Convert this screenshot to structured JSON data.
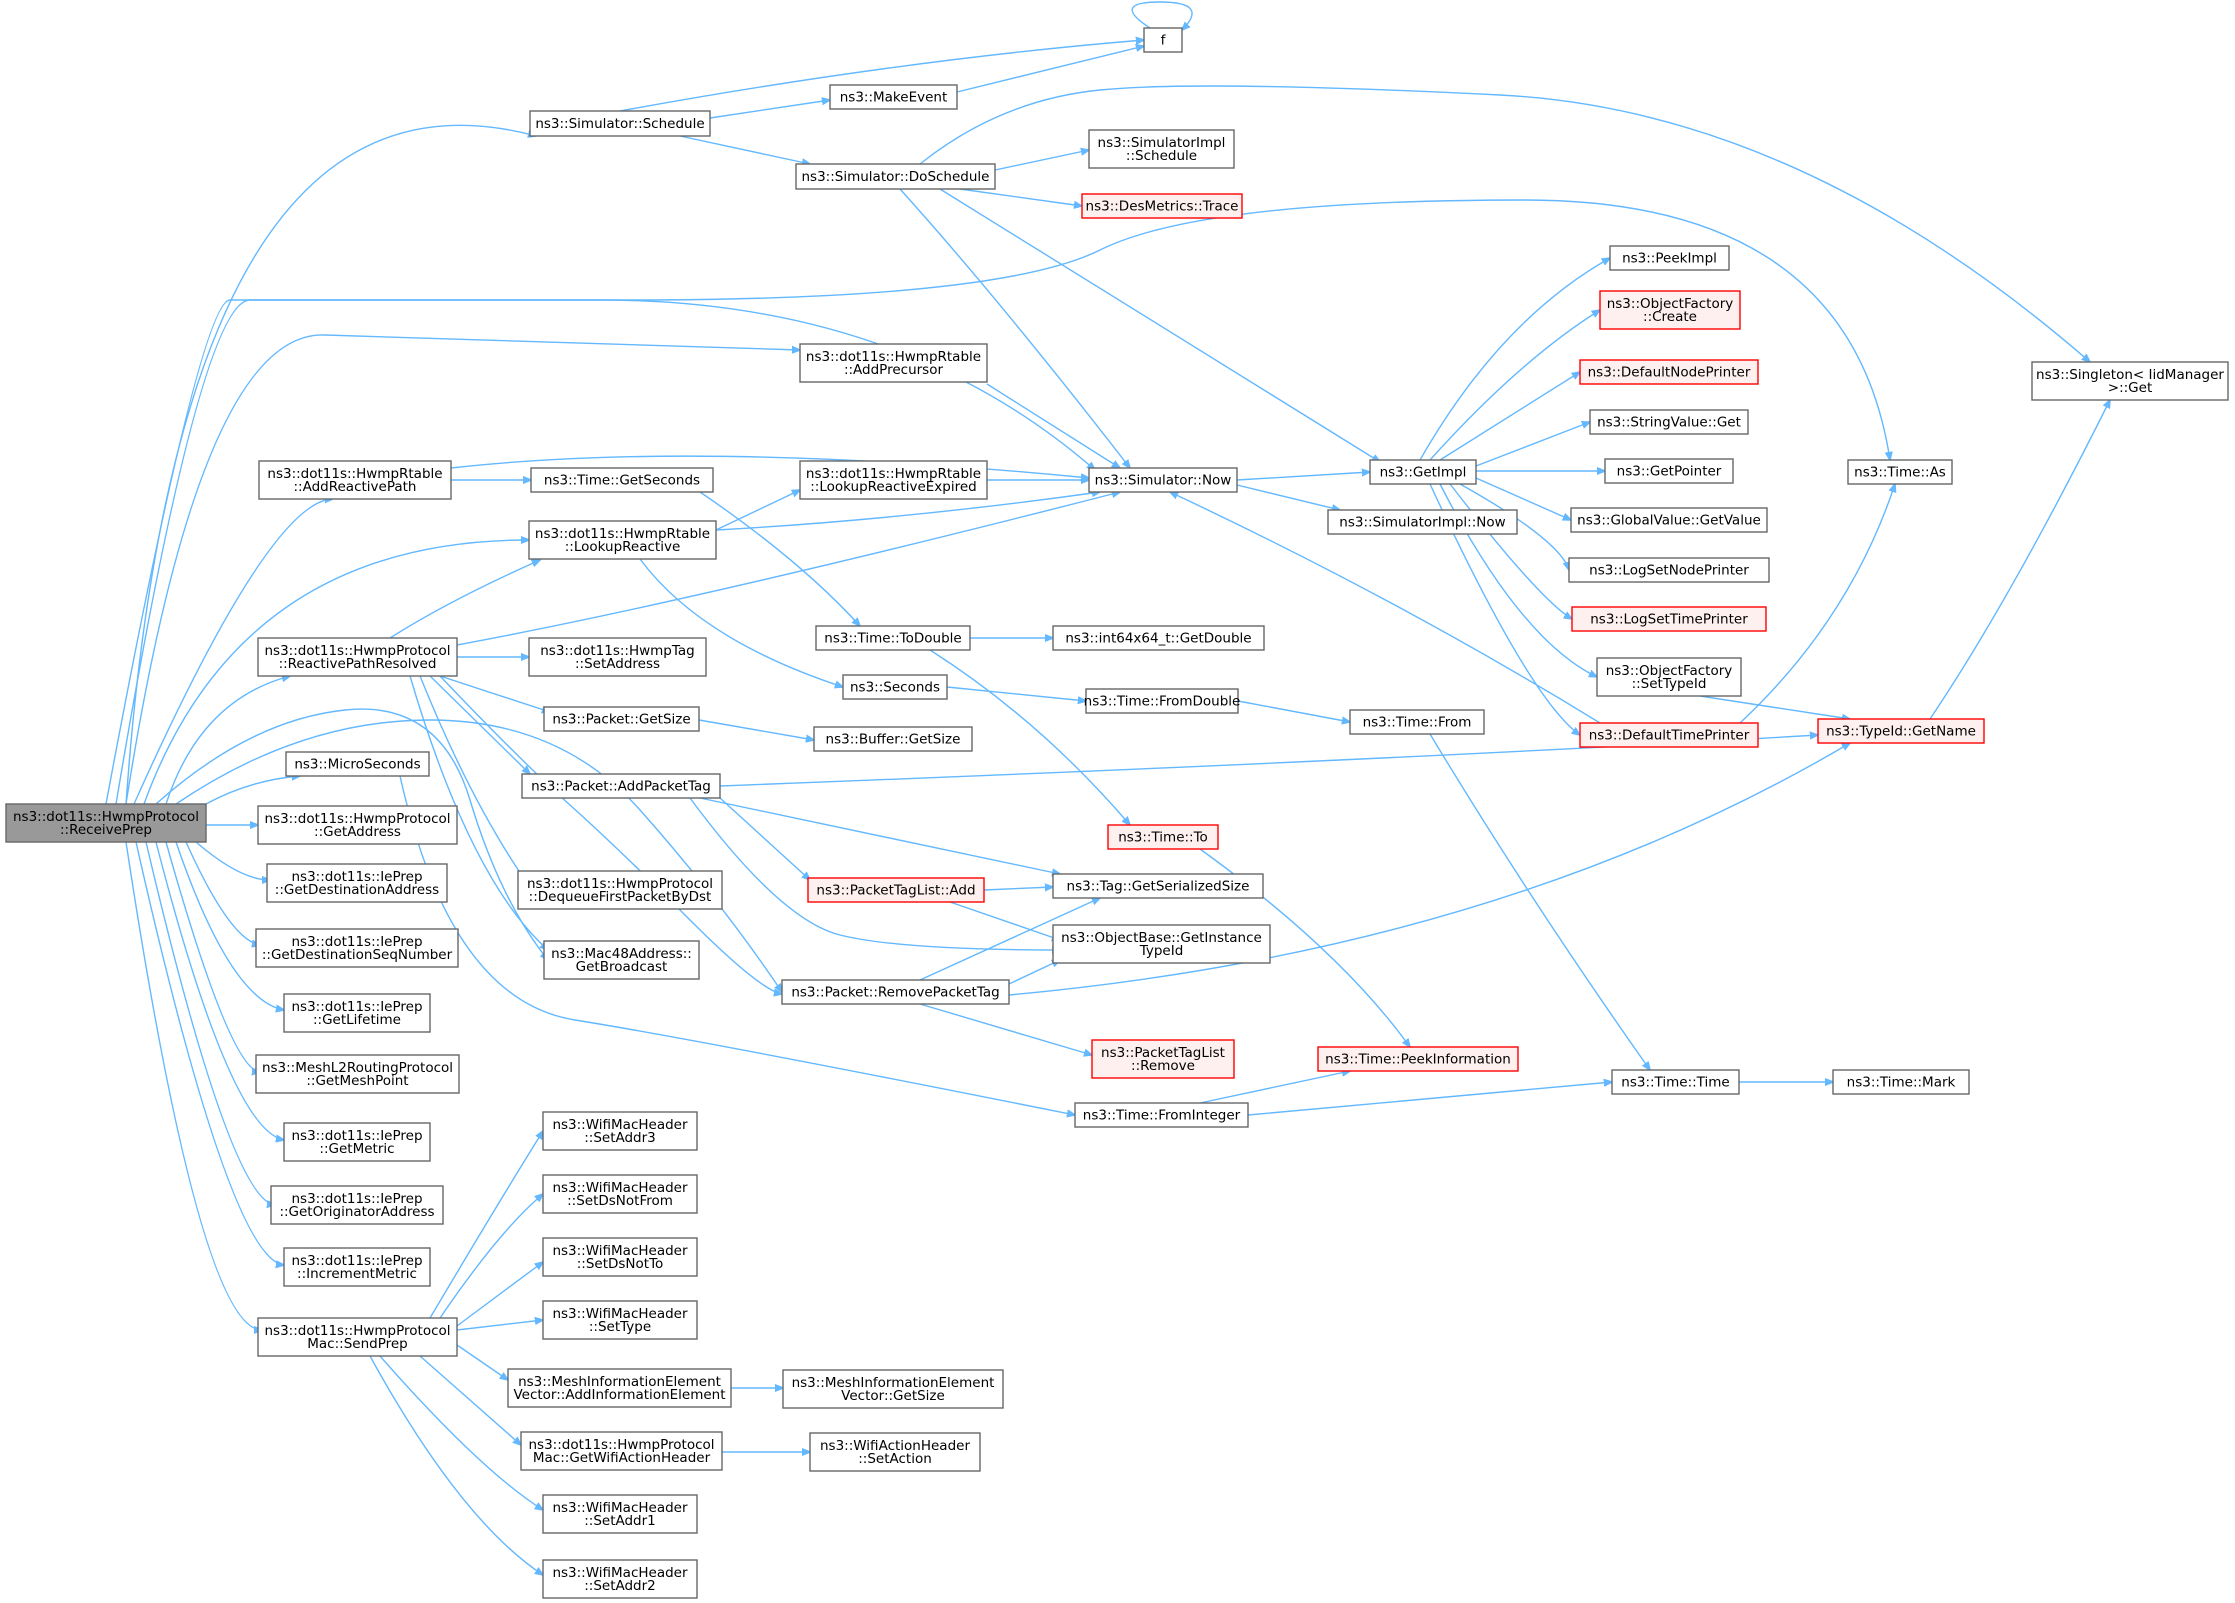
{
  "colors": {
    "edge": "#63b8ff",
    "node_border": "#666666",
    "node_fill": "#ffffff",
    "truncated_border": "#ff0000",
    "root_fill": "#999999"
  },
  "nodes": [
    {
      "id": "root",
      "lines": [
        "ns3::dot11s::HwmpProtocol",
        "::ReceivePrep"
      ],
      "style": "root"
    },
    {
      "id": "sched",
      "lines": [
        "ns3::Simulator::Schedule"
      ]
    },
    {
      "id": "addrp",
      "lines": [
        "ns3::dot11s::HwmpRtable",
        "::AddReactivePath"
      ]
    },
    {
      "id": "lookr",
      "lines": [
        "ns3::dot11s::HwmpRtable",
        "::LookupReactive"
      ]
    },
    {
      "id": "rpr",
      "lines": [
        "ns3::dot11s::HwmpProtocol",
        "::ReactivePathResolved"
      ]
    },
    {
      "id": "micro",
      "lines": [
        "ns3::MicroSeconds"
      ]
    },
    {
      "id": "getaddr",
      "lines": [
        "ns3::dot11s::HwmpProtocol",
        "::GetAddress"
      ]
    },
    {
      "id": "gdest",
      "lines": [
        "ns3::dot11s::IePrep",
        "::GetDestinationAddress"
      ]
    },
    {
      "id": "gdseq",
      "lines": [
        "ns3::dot11s::IePrep",
        "::GetDestinationSeqNumber"
      ]
    },
    {
      "id": "glife",
      "lines": [
        "ns3::dot11s::IePrep",
        "::GetLifetime"
      ]
    },
    {
      "id": "gmesh",
      "lines": [
        "ns3::MeshL2RoutingProtocol",
        "::GetMeshPoint"
      ]
    },
    {
      "id": "gmetric",
      "lines": [
        "ns3::dot11s::IePrep",
        "::GetMetric"
      ]
    },
    {
      "id": "gorig",
      "lines": [
        "ns3::dot11s::IePrep",
        "::GetOriginatorAddress"
      ]
    },
    {
      "id": "incm",
      "lines": [
        "ns3::dot11s::IePrep",
        "::IncrementMetric"
      ]
    },
    {
      "id": "sendp",
      "lines": [
        "ns3::dot11s::HwmpProtocol",
        "Mac::SendPrep"
      ]
    },
    {
      "id": "f",
      "lines": [
        "f"
      ]
    },
    {
      "id": "mkev",
      "lines": [
        "ns3::MakeEvent"
      ]
    },
    {
      "id": "dosch",
      "lines": [
        "ns3::Simulator::DoSchedule"
      ]
    },
    {
      "id": "addprec",
      "lines": [
        "ns3::dot11s::HwmpRtable",
        "::AddPrecursor"
      ]
    },
    {
      "id": "getsec",
      "lines": [
        "ns3::Time::GetSeconds"
      ]
    },
    {
      "id": "lre",
      "lines": [
        "ns3::dot11s::HwmpRtable",
        "::LookupReactiveExpired"
      ]
    },
    {
      "id": "setaddr",
      "lines": [
        "ns3::dot11s::HwmpTag",
        "::SetAddress"
      ]
    },
    {
      "id": "pgs",
      "lines": [
        "ns3::Packet::GetSize"
      ]
    },
    {
      "id": "apt",
      "lines": [
        "ns3::Packet::AddPacketTag"
      ]
    },
    {
      "id": "dq",
      "lines": [
        "ns3::dot11s::HwmpProtocol",
        "::DequeueFirstPacketByDst"
      ]
    },
    {
      "id": "mac48",
      "lines": [
        "ns3::Mac48Address::",
        "GetBroadcast"
      ]
    },
    {
      "id": "rpt",
      "lines": [
        "ns3::Packet::RemovePacketTag"
      ]
    },
    {
      "id": "sa3",
      "lines": [
        "ns3::WifiMacHeader",
        "::SetAddr3"
      ]
    },
    {
      "id": "dsnf",
      "lines": [
        "ns3::WifiMacHeader",
        "::SetDsNotFrom"
      ]
    },
    {
      "id": "dsnt",
      "lines": [
        "ns3::WifiMacHeader",
        "::SetDsNotTo"
      ]
    },
    {
      "id": "stype",
      "lines": [
        "ns3::WifiMacHeader",
        "::SetType"
      ]
    },
    {
      "id": "miev",
      "lines": [
        "ns3::MeshInformationElement",
        "Vector::AddInformationElement"
      ]
    },
    {
      "id": "gwah",
      "lines": [
        "ns3::dot11s::HwmpProtocol",
        "Mac::GetWifiActionHeader"
      ]
    },
    {
      "id": "sa1",
      "lines": [
        "ns3::WifiMacHeader",
        "::SetAddr1"
      ]
    },
    {
      "id": "sa2",
      "lines": [
        "ns3::WifiMacHeader",
        "::SetAddr2"
      ]
    },
    {
      "id": "simsched",
      "lines": [
        "ns3::SimulatorImpl",
        "::Schedule"
      ]
    },
    {
      "id": "desm",
      "lines": [
        "ns3::DesMetrics::Trace"
      ],
      "style": "red"
    },
    {
      "id": "now",
      "lines": [
        "ns3::Simulator::Now"
      ]
    },
    {
      "id": "todbl",
      "lines": [
        "ns3::Time::ToDouble"
      ]
    },
    {
      "id": "secs",
      "lines": [
        "ns3::Seconds"
      ]
    },
    {
      "id": "bgs",
      "lines": [
        "ns3::Buffer::GetSize"
      ]
    },
    {
      "id": "timeto",
      "lines": [
        "ns3::Time::To"
      ],
      "style": "red"
    },
    {
      "id": "ptladd",
      "lines": [
        "ns3::PacketTagList::Add"
      ],
      "style": "red"
    },
    {
      "id": "tgss",
      "lines": [
        "ns3::Tag::GetSerializedSize"
      ]
    },
    {
      "id": "obgi",
      "lines": [
        "ns3::ObjectBase::GetInstance",
        "TypeId"
      ]
    },
    {
      "id": "ptlrem",
      "lines": [
        "ns3::PacketTagList",
        "::Remove"
      ],
      "style": "red"
    },
    {
      "id": "fromint",
      "lines": [
        "ns3::Time::FromInteger"
      ]
    },
    {
      "id": "migs",
      "lines": [
        "ns3::MeshInformationElement",
        "Vector::GetSize"
      ]
    },
    {
      "id": "wahsa",
      "lines": [
        "ns3::WifiActionHeader",
        "::SetAction"
      ]
    },
    {
      "id": "i64",
      "lines": [
        "ns3::int64x64_t::GetDouble"
      ]
    },
    {
      "id": "fromdbl",
      "lines": [
        "ns3::Time::FromDouble"
      ]
    },
    {
      "id": "getimpl",
      "lines": [
        "ns3::GetImpl"
      ]
    },
    {
      "id": "simnow",
      "lines": [
        "ns3::SimulatorImpl::Now"
      ]
    },
    {
      "id": "tfrom",
      "lines": [
        "ns3::Time::From"
      ]
    },
    {
      "id": "peekinfo",
      "lines": [
        "ns3::Time::PeekInformation"
      ],
      "style": "red"
    },
    {
      "id": "ttime",
      "lines": [
        "ns3::Time::Time"
      ]
    },
    {
      "id": "peekimpl",
      "lines": [
        "ns3::PeekImpl"
      ]
    },
    {
      "id": "ofc",
      "lines": [
        "ns3::ObjectFactory",
        "::Create"
      ],
      "style": "red"
    },
    {
      "id": "dnp",
      "lines": [
        "ns3::DefaultNodePrinter"
      ],
      "style": "red"
    },
    {
      "id": "svget",
      "lines": [
        "ns3::StringValue::Get"
      ]
    },
    {
      "id": "gptr",
      "lines": [
        "ns3::GetPointer"
      ]
    },
    {
      "id": "gvgv",
      "lines": [
        "ns3::GlobalValue::GetValue"
      ]
    },
    {
      "id": "lsnp",
      "lines": [
        "ns3::LogSetNodePrinter"
      ]
    },
    {
      "id": "lstp",
      "lines": [
        "ns3::LogSetTimePrinter"
      ],
      "style": "red"
    },
    {
      "id": "ofst",
      "lines": [
        "ns3::ObjectFactory",
        "::SetTypeId"
      ]
    },
    {
      "id": "dtp",
      "lines": [
        "ns3::DefaultTimePrinter"
      ],
      "style": "red"
    },
    {
      "id": "tmark",
      "lines": [
        "ns3::Time::Mark"
      ]
    },
    {
      "id": "singleton",
      "lines": [
        "ns3::Singleton< IidManager",
        " >::Get"
      ]
    },
    {
      "id": "timeas",
      "lines": [
        "ns3::Time::As"
      ]
    },
    {
      "id": "tidgn",
      "lines": [
        "ns3::TypeId::GetName"
      ],
      "style": "red"
    }
  ]
}
